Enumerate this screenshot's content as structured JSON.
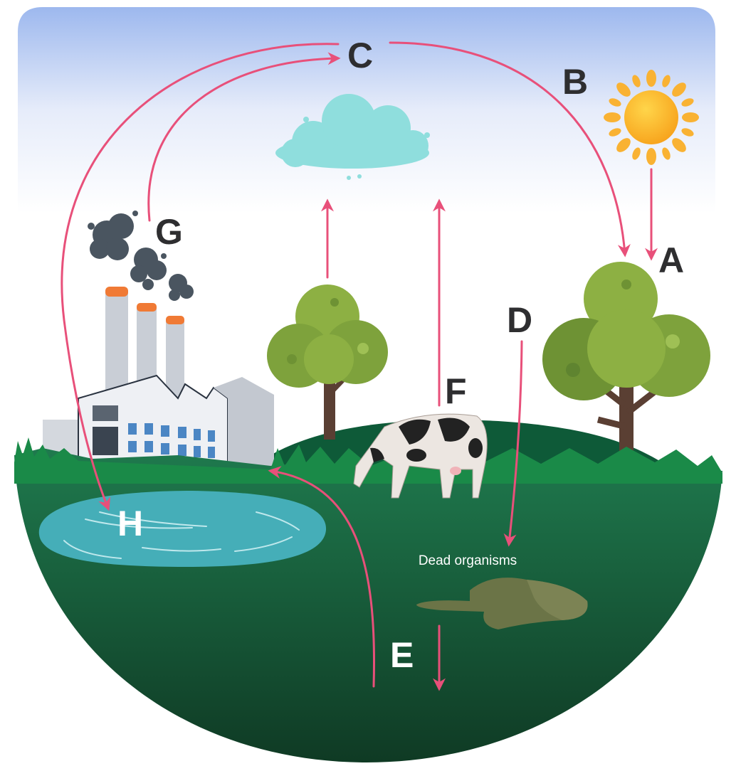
{
  "labels": {
    "a": "A",
    "b": "B",
    "c": "C",
    "d": "D",
    "e": "E",
    "f": "F",
    "g": "G",
    "h": "H"
  },
  "captions": {
    "dead_organisms": "Dead organisms"
  },
  "colors": {
    "arrow": "#e8507a",
    "sky_top": "#9db8ee",
    "ground_top": "#1f7a4e",
    "ground_bottom": "#0f3a24",
    "water": "#45aeb8",
    "label_dark": "#2e2e30"
  }
}
